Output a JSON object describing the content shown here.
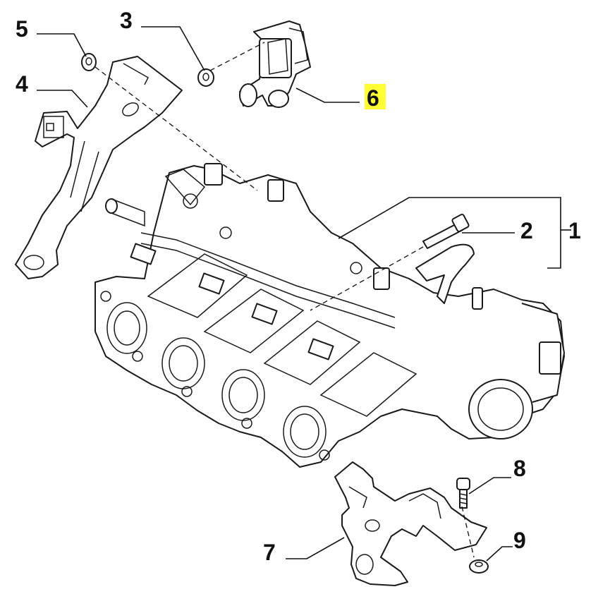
{
  "callouts": {
    "c1": "1",
    "c2": "2",
    "c3": "3",
    "c4": "4",
    "c5": "5",
    "c6": "6",
    "c7": "7",
    "c8": "8",
    "c9": "9"
  },
  "highlight_color": "#ffff33"
}
